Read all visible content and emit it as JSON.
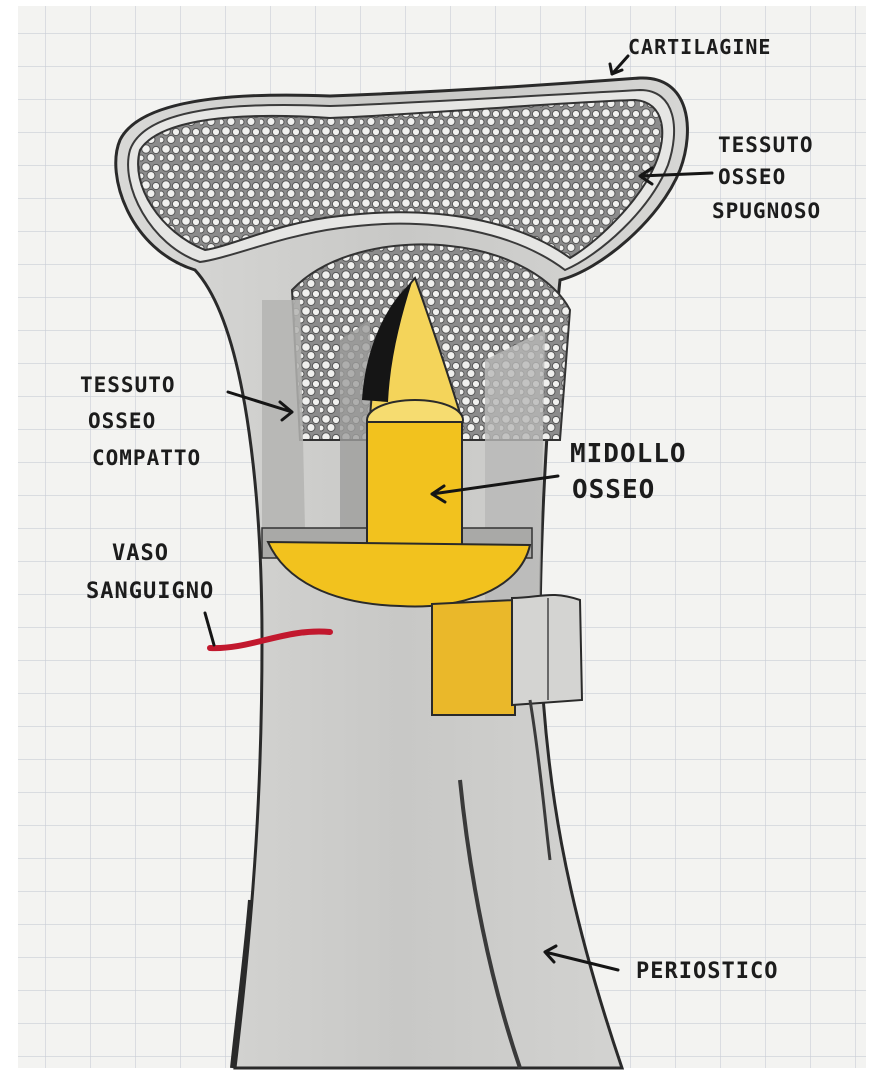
{
  "labels": {
    "cartilagine": "CARTILAGINE",
    "spongy_line1": "TESSUTO",
    "spongy_line2": "OSSEO",
    "spongy_line3": "SPUGNOSO",
    "compact_line1": "TESSUTO",
    "compact_line2": "OSSEO",
    "compact_line3": "COMPATTO",
    "marrow_line1": "MIDOLLO",
    "marrow_line2": "OSSEO",
    "vessel_line1": "VASO",
    "vessel_line2": "SANGUIGNO",
    "periosteum": "PERIOSTICO"
  },
  "colors": {
    "paper": "#f3f3f1",
    "grid": "#c9cdd6",
    "bone_light": "#e2e2e0",
    "bone_shaft": "#cfcfcd",
    "spongy_fill": "#8a8a8a",
    "marrow_yellow": "#f2c21e",
    "vessel_red": "#c2182e",
    "ink": "#1c1c1c"
  }
}
